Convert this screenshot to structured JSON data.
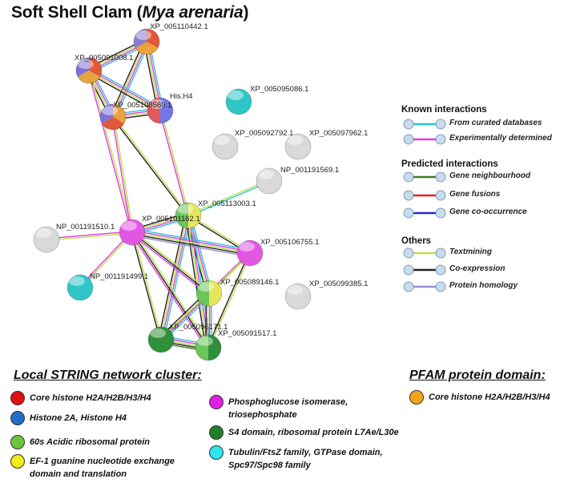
{
  "title": {
    "main": "Soft Shell Clam (",
    "species": "Mya arenaria",
    "close": ")"
  },
  "nodes": [
    {
      "id": "XP_005110442.1",
      "colors": [
        "#e05a3a",
        "#e9a33e",
        "#8a7cd2"
      ]
    },
    {
      "id": "XP_005091008.1",
      "colors": [
        "#e05a3a",
        "#e9a33e",
        "#7c73d8"
      ]
    },
    {
      "id": "His.H4",
      "colors": [
        "#6f78e6",
        "#e05a5a"
      ]
    },
    {
      "id": "XP_005108569.1",
      "colors": [
        "#e9a33e",
        "#e05a3a",
        "#7c73d8"
      ]
    },
    {
      "id": "XP_005095086.1",
      "colors": [
        "#2ec6c6"
      ]
    },
    {
      "id": "XP_005092792.1",
      "colors": [
        "#d9d9d9"
      ]
    },
    {
      "id": "XP_005097962.1",
      "colors": [
        "#d9d9d9"
      ]
    },
    {
      "id": "NP_001191569.1",
      "colors": [
        "#d9d9d9"
      ]
    },
    {
      "id": "XP_005113003.1",
      "colors": [
        "#e6e65a",
        "#6cc65a"
      ]
    },
    {
      "id": "XP_005101162.1",
      "colors": [
        "#e257e2"
      ]
    },
    {
      "id": "NP_001191510.1",
      "colors": [
        "#d9d9d9"
      ]
    },
    {
      "id": "XP_005106755.1",
      "colors": [
        "#e257e2"
      ]
    },
    {
      "id": "NP_001191499.1",
      "colors": [
        "#2ec6c6"
      ]
    },
    {
      "id": "XP_005089146.1",
      "colors": [
        "#e6e65a",
        "#6cc65a"
      ]
    },
    {
      "id": "XP_005099385.1",
      "colors": [
        "#d9d9d9"
      ]
    },
    {
      "id": "XP_005096171.1",
      "colors": [
        "#2f8f3a"
      ]
    },
    {
      "id": "XP_005091517.1",
      "colors": [
        "#2f8f3a",
        "#6cc65a"
      ]
    }
  ],
  "edges": [
    {
      "from": "XP_005110442.1",
      "to": "XP_005091008.1",
      "types": [
        "curated",
        "experimental",
        "textmining",
        "coexpression"
      ]
    },
    {
      "from": "XP_005110442.1",
      "to": "XP_005108569.1",
      "types": [
        "curated",
        "experimental",
        "textmining",
        "coexpression"
      ]
    },
    {
      "from": "XP_005110442.1",
      "to": "His.H4",
      "types": [
        "curated",
        "experimental",
        "textmining",
        "coexpression"
      ]
    },
    {
      "from": "XP_005091008.1",
      "to": "XP_005108569.1",
      "types": [
        "curated",
        "experimental",
        "textmining",
        "coexpression"
      ]
    },
    {
      "from": "XP_005091008.1",
      "to": "His.H4",
      "types": [
        "curated",
        "experimental",
        "textmining",
        "coexpression"
      ]
    },
    {
      "from": "XP_005108569.1",
      "to": "His.H4",
      "types": [
        "curated",
        "experimental",
        "textmining",
        "coexpression"
      ]
    },
    {
      "from": "XP_005091008.1",
      "to": "XP_005101162.1",
      "types": [
        "textmining",
        "experimental"
      ]
    },
    {
      "from": "XP_005108569.1",
      "to": "XP_005101162.1",
      "types": [
        "textmining",
        "experimental"
      ]
    },
    {
      "from": "XP_005108569.1",
      "to": "XP_005113003.1",
      "types": [
        "textmining",
        "coexpression"
      ]
    },
    {
      "from": "His.H4",
      "to": "XP_005113003.1",
      "types": [
        "textmining",
        "experimental"
      ]
    },
    {
      "from": "XP_005113003.1",
      "to": "NP_001191569.1",
      "types": [
        "textmining",
        "curated"
      ]
    },
    {
      "from": "XP_005113003.1",
      "to": "XP_005101162.1",
      "types": [
        "curated",
        "experimental",
        "textmining",
        "coexpression"
      ]
    },
    {
      "from": "XP_005113003.1",
      "to": "XP_005106755.1",
      "types": [
        "textmining",
        "coexpression"
      ]
    },
    {
      "from": "XP_005113003.1",
      "to": "XP_005089146.1",
      "types": [
        "curated",
        "experimental",
        "textmining",
        "coexpression"
      ]
    },
    {
      "from": "XP_005113003.1",
      "to": "XP_005096171.1",
      "types": [
        "curated",
        "experimental",
        "textmining",
        "coexpression"
      ]
    },
    {
      "from": "XP_005113003.1",
      "to": "XP_005091517.1",
      "types": [
        "curated",
        "experimental",
        "textmining",
        "coexpression"
      ]
    },
    {
      "from": "XP_005101162.1",
      "to": "NP_001191510.1",
      "types": [
        "textmining",
        "experimental"
      ]
    },
    {
      "from": "XP_005101162.1",
      "to": "XP_005106755.1",
      "types": [
        "curated",
        "experimental",
        "textmining",
        "coexpression",
        "homology"
      ]
    },
    {
      "from": "XP_005101162.1",
      "to": "NP_001191499.1",
      "types": [
        "textmining",
        "experimental"
      ]
    },
    {
      "from": "XP_005101162.1",
      "to": "XP_005089146.1",
      "types": [
        "textmining",
        "coexpression",
        "experimental"
      ]
    },
    {
      "from": "XP_005101162.1",
      "to": "XP_005096171.1",
      "types": [
        "textmining",
        "coexpression"
      ]
    },
    {
      "from": "XP_005101162.1",
      "to": "XP_005091517.1",
      "types": [
        "textmining",
        "coexpression",
        "experimental"
      ]
    },
    {
      "from": "XP_005106755.1",
      "to": "XP_005089146.1",
      "types": [
        "textmining",
        "experimental"
      ]
    },
    {
      "from": "XP_005106755.1",
      "to": "XP_005096171.1",
      "types": [
        "textmining"
      ]
    },
    {
      "from": "XP_005106755.1",
      "to": "XP_005091517.1",
      "types": [
        "textmining",
        "coexpression"
      ]
    },
    {
      "from": "XP_005089146.1",
      "to": "XP_005096171.1",
      "types": [
        "curated",
        "experimental",
        "textmining",
        "coexpression"
      ]
    },
    {
      "from": "XP_005089146.1",
      "to": "XP_005091517.1",
      "types": [
        "curated",
        "experimental",
        "textmining",
        "coexpression"
      ]
    },
    {
      "from": "XP_005096171.1",
      "to": "XP_005091517.1",
      "types": [
        "curated",
        "experimental",
        "textmining",
        "coexpression",
        "gene_neighbourhood"
      ]
    }
  ],
  "edge_colors": {
    "curated": "#29c3d6",
    "experimental": "#e23ce2",
    "textmining": "#b8e04a",
    "coexpression": "#222222",
    "homology": "#9a8ad6",
    "gene_neighbourhood": "#3f7a2a",
    "gene_fusion": "#e02020",
    "cooccurrence": "#2a2ad0"
  },
  "legend": {
    "known_header": "Known interactions",
    "known": [
      {
        "label": "From curated databases",
        "type": "curated"
      },
      {
        "label": "Experimentally determined",
        "type": "experimental"
      }
    ],
    "predicted_header": "Predicted interactions",
    "predicted": [
      {
        "label": "Gene neighbourhood",
        "type": "gene_neighbourhood"
      },
      {
        "label": "Gene fusions",
        "type": "gene_fusion"
      },
      {
        "label": "Gene co-occurrence",
        "type": "cooccurrence"
      }
    ],
    "others_header": "Others",
    "others": [
      {
        "label": "Textmining",
        "type": "textmining"
      },
      {
        "label": "Co-expression",
        "type": "coexpression"
      },
      {
        "label": "Protein homology",
        "type": "homology"
      }
    ]
  },
  "cluster_legend": {
    "title": "Local STRING network cluster:",
    "items": [
      {
        "label": "Core histone H2A/H2B/H3/H4",
        "color": "#e01010"
      },
      {
        "label": "Histone 2A, Histone H4",
        "color": "#1f6fc6"
      },
      {
        "label": "60s Acidic ribosomal protein",
        "color": "#6cc63c"
      },
      {
        "label": "EF-1 guanine nucleotide exchange domain and translation",
        "color": "#f2ea1a"
      },
      {
        "label": "Phosphoglucose isomerase, triosephosphate",
        "color": "#e21ee2"
      },
      {
        "label": "S4 domain, ribosomal protein L7Ae/L30e",
        "color": "#1f7f2a"
      },
      {
        "label": "Tubulin/FtsZ family, GTPase domain, Spc97/Spc98 family",
        "color": "#2ee6ee"
      }
    ]
  },
  "pfam_legend": {
    "title": "PFAM protein domain:",
    "items": [
      {
        "label": "Core histone H2A/H2B/H3/H4",
        "color": "#f2a51a"
      }
    ]
  }
}
